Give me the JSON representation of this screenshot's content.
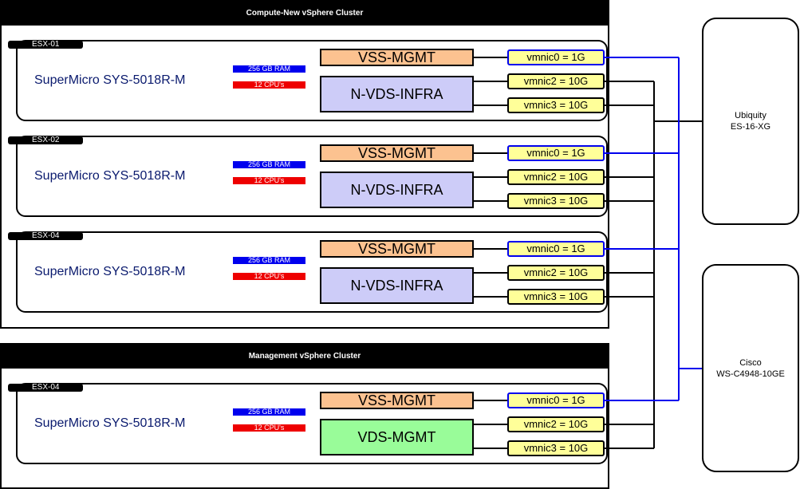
{
  "colors": {
    "vss": "#fcc290",
    "nvds": "#cdccf8",
    "vds": "#99fc99",
    "nic": "#ffff99",
    "ram_badge": "#0000ee",
    "cpu_badge": "#ee0000",
    "mgmt_link": "#0000ee",
    "data_link": "#000000"
  },
  "compute_cluster": {
    "title": "Compute-New vSphere Cluster",
    "hosts": [
      {
        "tag": "ESX-01",
        "model": "SuperMicro SYS-5018R-M",
        "ram": "256 GB RAM",
        "cpu": "12 CPU's",
        "vss": "VSS-MGMT",
        "dvs": "N-VDS-INFRA",
        "nics": [
          "vmnic0 = 1G",
          "vmnic2 = 10G",
          "vmnic3 = 10G"
        ]
      },
      {
        "tag": "ESX-02",
        "model": "SuperMicro SYS-5018R-M",
        "ram": "256 GB RAM",
        "cpu": "12 CPU's",
        "vss": "VSS-MGMT",
        "dvs": "N-VDS-INFRA",
        "nics": [
          "vmnic0 = 1G",
          "vmnic2 = 10G",
          "vmnic3 = 10G"
        ]
      },
      {
        "tag": "ESX-04",
        "model": "SuperMicro SYS-5018R-M",
        "ram": "256 GB RAM",
        "cpu": "12 CPU's",
        "vss": "VSS-MGMT",
        "dvs": "N-VDS-INFRA",
        "nics": [
          "vmnic0 = 1G",
          "vmnic2 = 10G",
          "vmnic3 = 10G"
        ]
      }
    ]
  },
  "management_cluster": {
    "title": "Management vSphere Cluster",
    "hosts": [
      {
        "tag": "ESX-04",
        "model": "SuperMicro SYS-5018R-M",
        "ram": "256 GB RAM",
        "cpu": "12 CPU's",
        "vss": "VSS-MGMT",
        "dvs": "VDS-MGMT",
        "nics": [
          "vmnic0 = 1G",
          "vmnic2 = 10G",
          "vmnic3 = 10G"
        ]
      }
    ]
  },
  "devices": [
    {
      "line1": "Ubiquity",
      "line2": "ES-16-XG"
    },
    {
      "line1": "Cisco",
      "line2": "WS-C4948-10GE"
    }
  ]
}
